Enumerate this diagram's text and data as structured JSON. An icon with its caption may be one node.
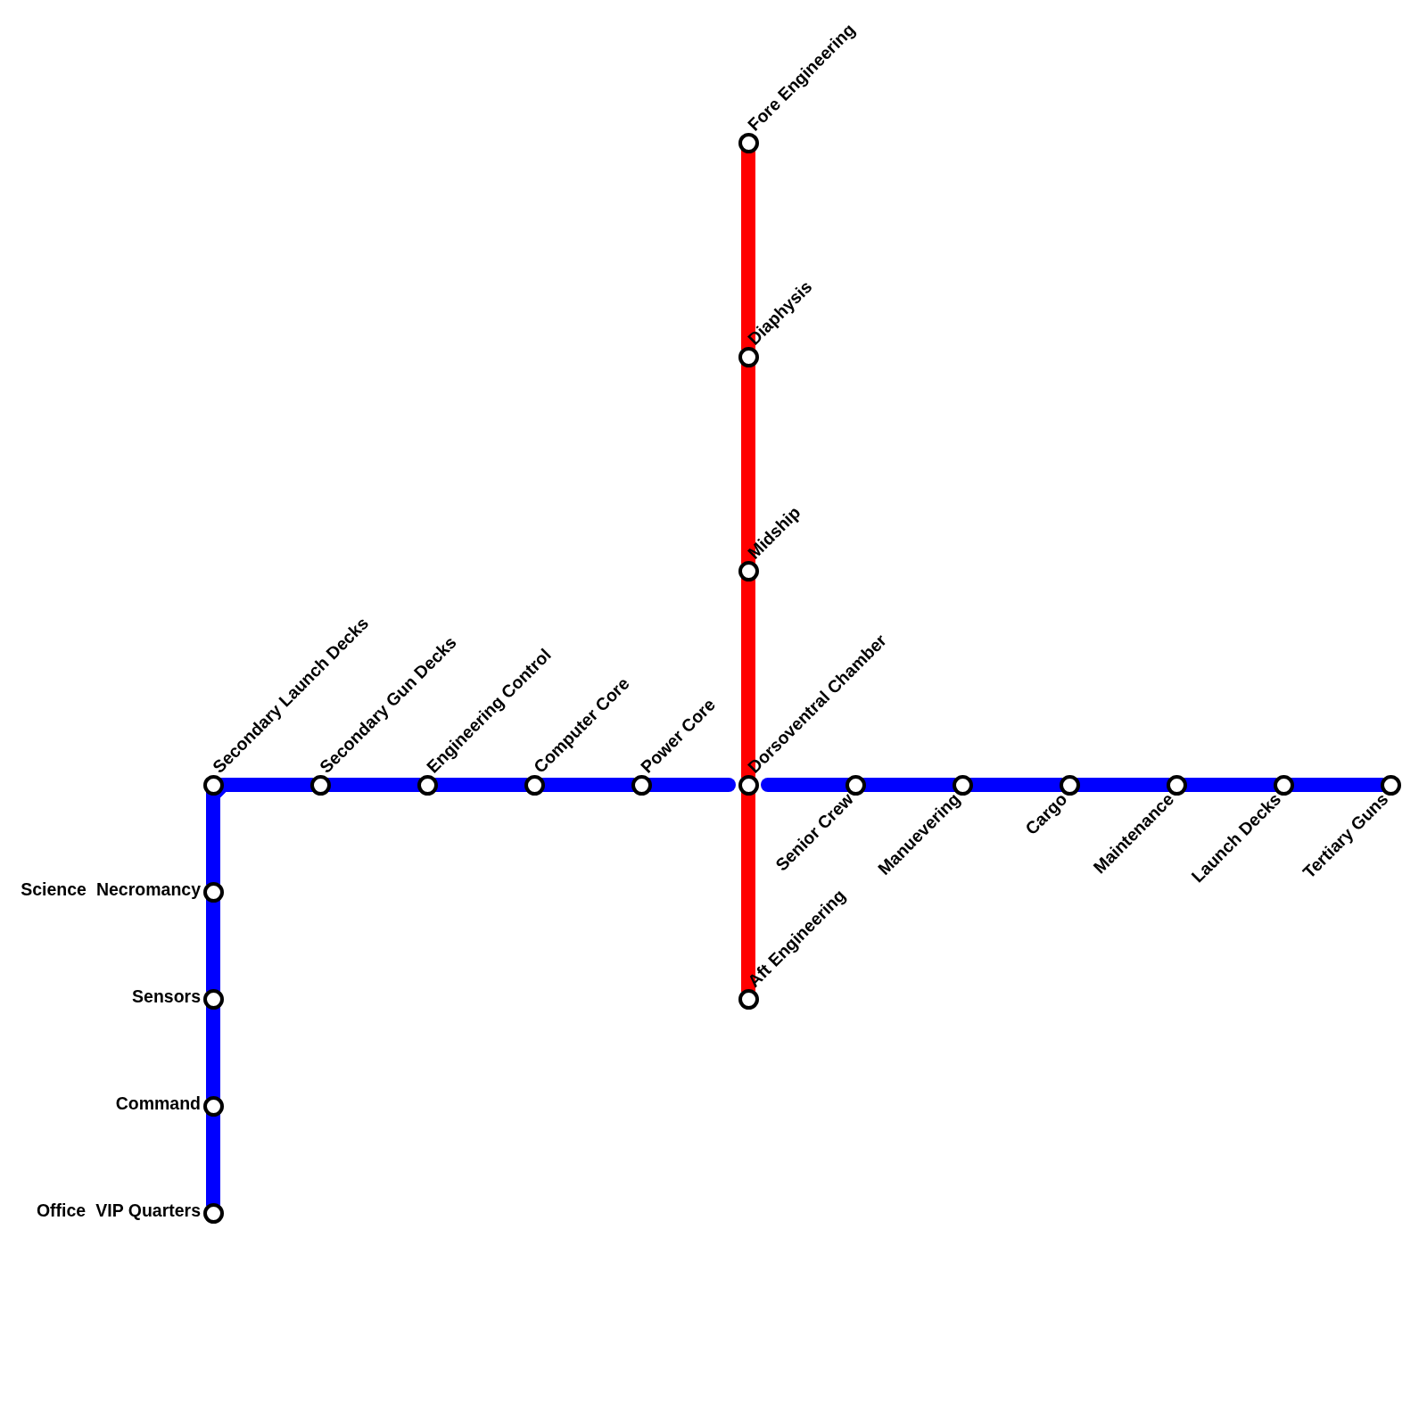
{
  "diagram": {
    "nodes": [
      {
        "text": [
          "Fore Engineering"
        ]
      },
      {
        "text": [
          "Diaphysis"
        ]
      },
      {
        "text": [
          "Midship"
        ]
      },
      {
        "text": [
          "Secondary Launch Decks"
        ]
      },
      {
        "text": [
          "Secondary Gun Decks"
        ]
      },
      {
        "text": [
          "Engineering Control"
        ]
      },
      {
        "text": [
          "Computer Core"
        ]
      },
      {
        "text": [
          "Power Core"
        ]
      },
      {
        "text": [
          "Dorsoventral Chamber"
        ]
      },
      {
        "text": [
          "Senior Crew"
        ]
      },
      {
        "text": [
          "Manuevering"
        ]
      },
      {
        "text": [
          "Cargo"
        ]
      },
      {
        "text": [
          "Maintenance"
        ]
      },
      {
        "text": [
          "Launch Decks"
        ]
      },
      {
        "text": [
          "Tertiary Guns"
        ]
      },
      {
        "text": [
          "Science",
          "Necromancy"
        ]
      },
      {
        "text": [
          "Sensors"
        ]
      },
      {
        "text": [
          "Aft Engineering"
        ]
      },
      {
        "text": [
          "Command"
        ]
      },
      {
        "text": [
          "Office",
          "VIP Quarters"
        ]
      }
    ],
    "edges": [
      {
        "from": 19,
        "to": 18,
        "arrow": "none"
      },
      {
        "from": 18,
        "to": 16,
        "arrow": "none"
      },
      {
        "from": 16,
        "to": 15,
        "arrow": "none"
      },
      {
        "from": 15,
        "to": 3,
        "arrow": "none"
      },
      {
        "from": 3,
        "to": 4,
        "arrow": "none"
      },
      {
        "from": 4,
        "to": 5,
        "arrow": "none"
      },
      {
        "from": 5,
        "to": 6,
        "arrow": "none"
      },
      {
        "from": 6,
        "to": 7,
        "arrow": "none"
      },
      {
        "from": 7,
        "to": 8,
        "arrow": "none"
      },
      {
        "from": 8,
        "to": 9,
        "arrow": "none"
      },
      {
        "from": 9,
        "to": 10,
        "arrow": "none"
      },
      {
        "from": 10,
        "to": 11,
        "arrow": "none"
      },
      {
        "from": 11,
        "to": 12,
        "arrow": "none"
      },
      {
        "from": 12,
        "to": 13,
        "arrow": "none"
      },
      {
        "from": 13,
        "to": 14,
        "arrow": "none"
      },
      {
        "from": 0,
        "to": 1,
        "arrow": "none",
        "color": "#ff0000"
      },
      {
        "from": 1,
        "to": 2,
        "arrow": "none",
        "color": "#ff0000"
      },
      {
        "from": 2,
        "to": 8,
        "arrow": "none",
        "color": "#ff0000"
      },
      {
        "from": 8,
        "to": 17,
        "arrow": "none",
        "color": "#ff0000"
      }
    ]
  }
}
